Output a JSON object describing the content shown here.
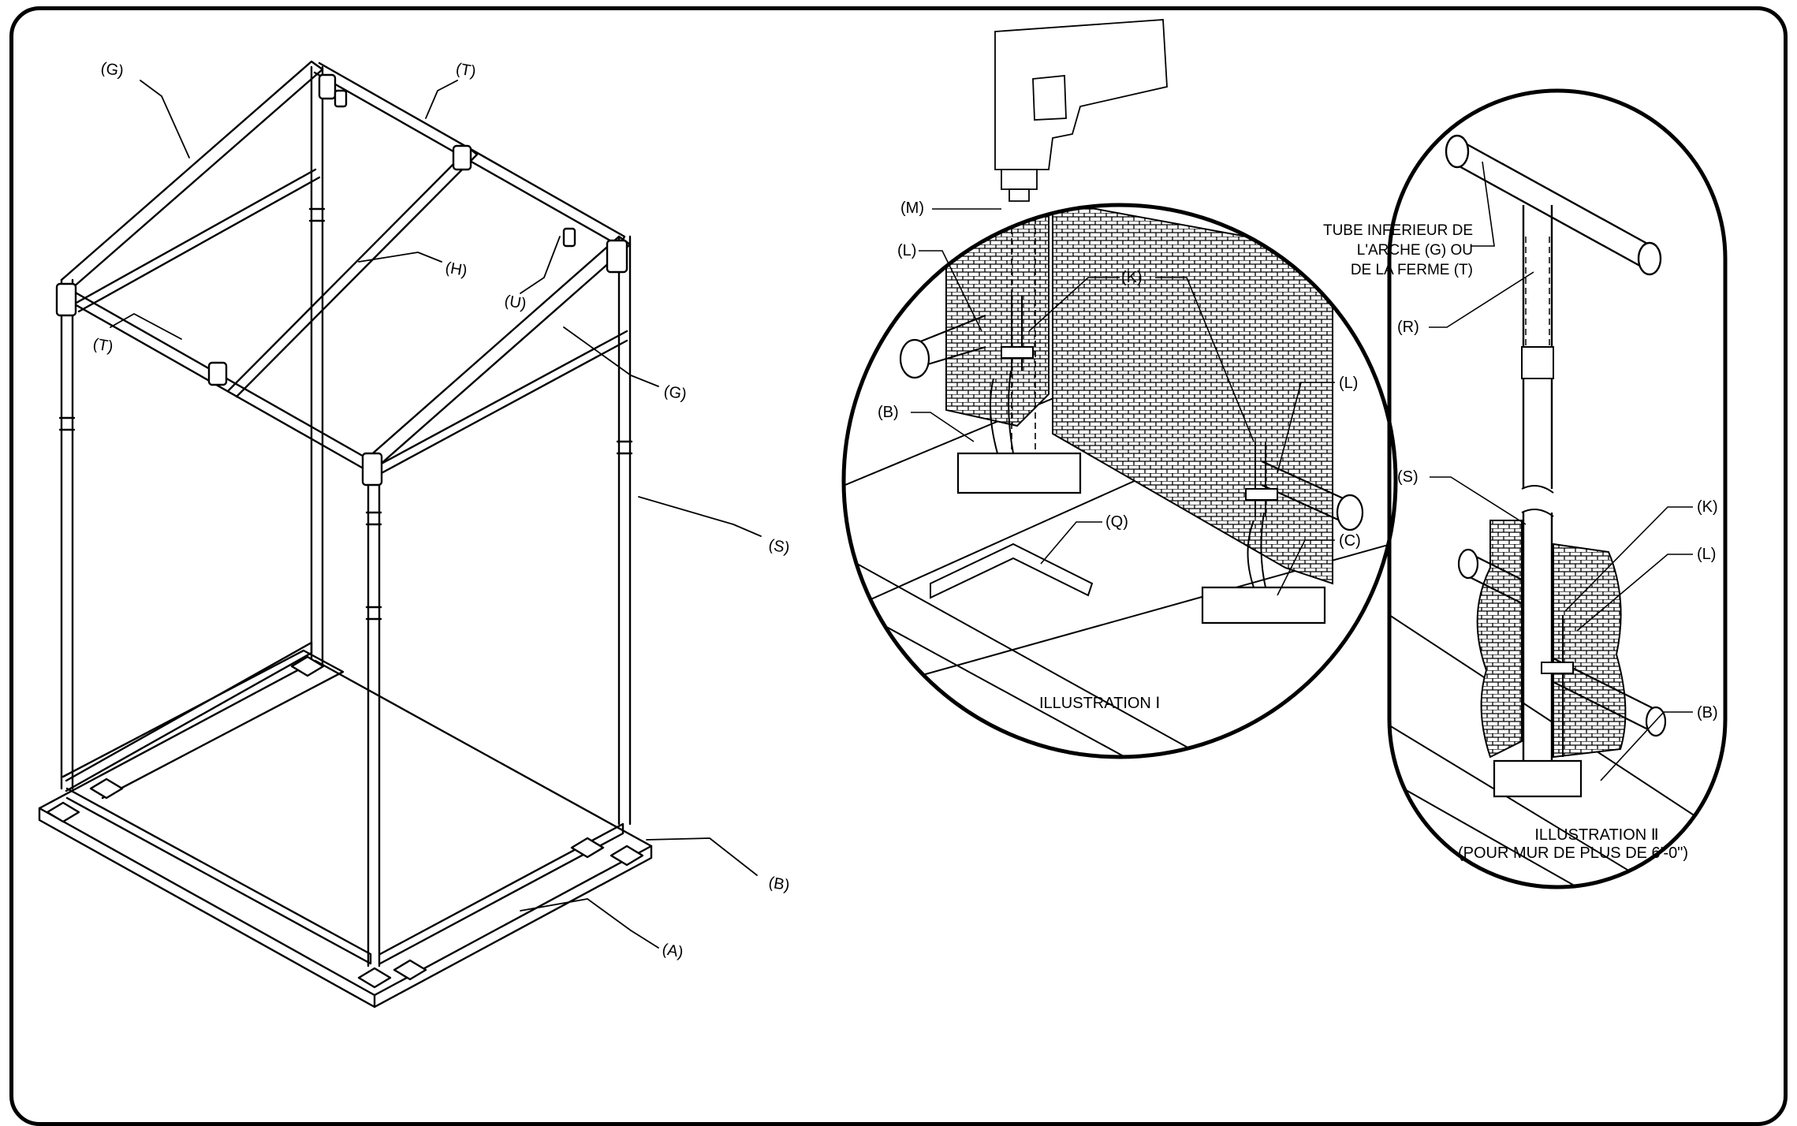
{
  "main_view": {
    "labels": {
      "G1": "(G)",
      "T1": "(T)",
      "H": "(H)",
      "U": "(U)",
      "T2": "(T)",
      "G2": "(G)",
      "S": "(S)",
      "B": "(B)",
      "A": "(A)"
    }
  },
  "illustration1": {
    "title": "ILLUSTRATION  Ⅰ",
    "labels": {
      "M": "(M)",
      "L1": "(L)",
      "K": "(K)",
      "B": "(B)",
      "L2": "(L)",
      "C": "(C)",
      "Q": "(Q)"
    }
  },
  "illustration2": {
    "note_line1": "TUBE INFERIEUR DE",
    "note_line2": "L'ARCHE (G) OU",
    "note_line3": "DE LA FERME (T)",
    "title": "ILLUSTRATION  Ⅱ",
    "subtitle": "(POUR MUR DE PLUS DE 6'-0\")",
    "labels": {
      "R": "(R)",
      "S": "(S)",
      "K": "(K)",
      "L": "(L)",
      "B": "(B)"
    }
  },
  "colors": {
    "line": "#000000",
    "background": "#ffffff"
  }
}
